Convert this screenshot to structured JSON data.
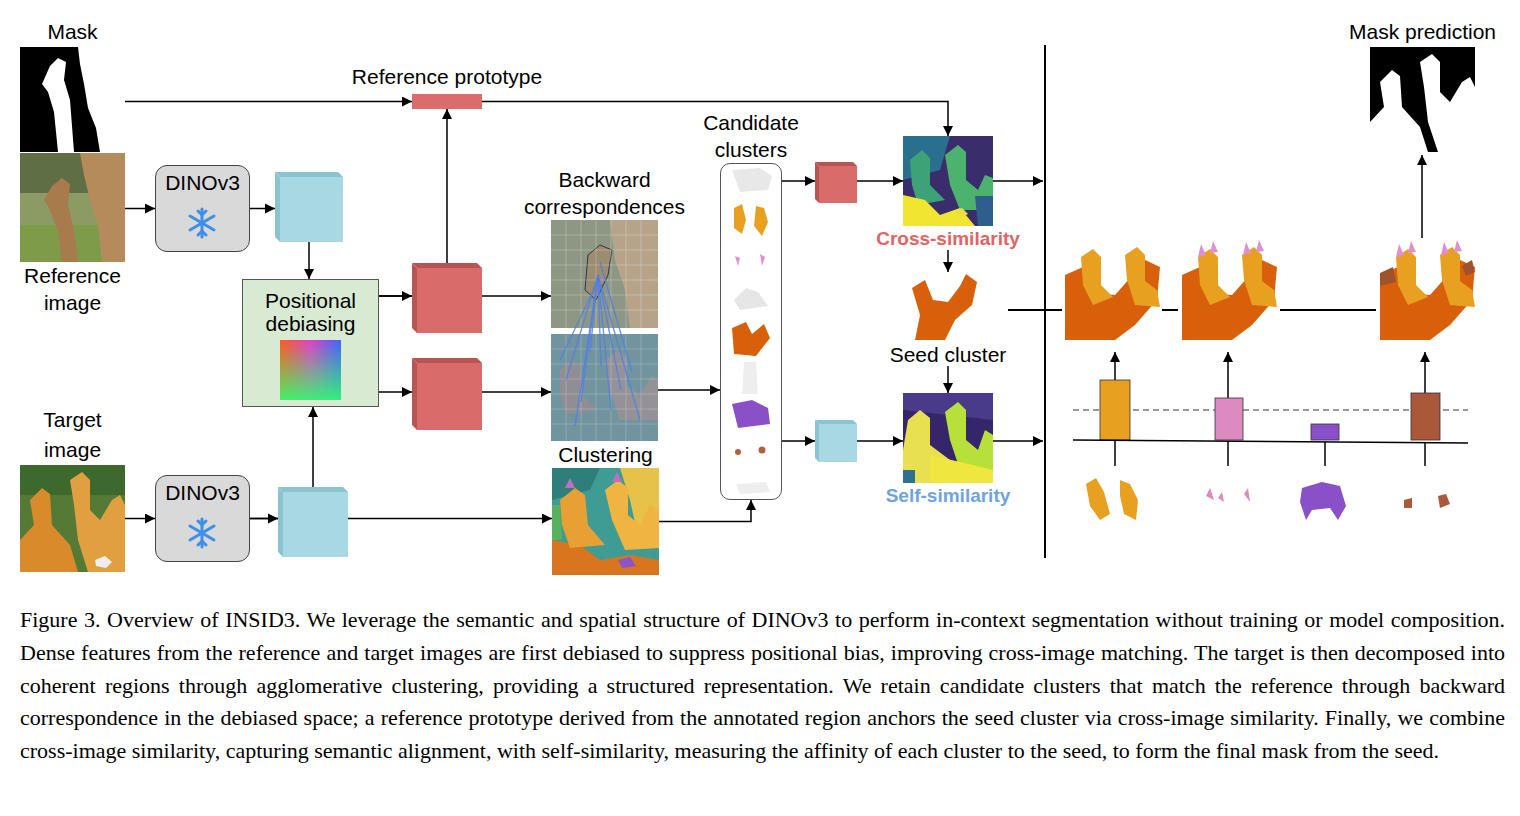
{
  "diagram": {
    "caption": "Figure 3. Overview of INSID3. We leverage the semantic and spatial structure of DINOv3 to perform in-context segmentation without training or model composition. Dense features from the reference and target images are first debiased to suppress positional bias, improving cross-image matching. The target is then decomposed into coherent regions through agglomerative clustering, providing a structured representation. We retain candidate clusters that match the reference through backward correspondence in the debiased space; a reference prototype derived from the annotated region anchors the seed cluster via cross-image similarity. Finally, we combine cross-image similarity, capturing semantic alignment, with self-similarity, measuring the affinity of each cluster to the seed, to form the final mask from the seed.",
    "nodes": [
      {
        "text": [
          "Mask"
        ]
      },
      {
        "text": [
          "Reference image"
        ]
      },
      {
        "text": [
          "DINOv3"
        ]
      },
      {
        "text": [
          "Target image"
        ]
      },
      {
        "text": [
          "DINOv3"
        ]
      },
      {
        "text": [
          "Positional debiasing"
        ]
      },
      {
        "text": [
          "Reference prototype"
        ]
      },
      {
        "text": [
          "Backward correspondences"
        ]
      },
      {
        "text": [
          "Clustering"
        ]
      },
      {
        "text": [
          "Candidate clusters"
        ]
      },
      {
        "text": [
          "Cross-similarity"
        ]
      },
      {
        "text": [
          "Seed cluster"
        ]
      },
      {
        "text": [
          "Self-similarity"
        ]
      },
      {
        "text": [
          "Mask prediction"
        ]
      }
    ],
    "edges": [
      {
        "from": 1,
        "to": 2,
        "arrow": "to"
      },
      {
        "from": 3,
        "to": 4,
        "arrow": "to"
      },
      {
        "from": 2,
        "to": 5,
        "arrow": "to"
      },
      {
        "from": 4,
        "to": 5,
        "arrow": "to"
      },
      {
        "from": 4,
        "to": 8,
        "arrow": "to"
      },
      {
        "from": 0,
        "to": 6,
        "arrow": "to"
      },
      {
        "from": 6,
        "to": 10,
        "arrow": "to"
      },
      {
        "from": 5,
        "to": 6,
        "arrow": "to"
      },
      {
        "from": 5,
        "to": 7,
        "arrow": "to"
      },
      {
        "from": 5,
        "to": 7,
        "arrow": "to"
      },
      {
        "from": 7,
        "to": 9,
        "arrow": "to"
      },
      {
        "from": 8,
        "to": 9,
        "arrow": "to"
      },
      {
        "from": 9,
        "to": 10,
        "arrow": "to"
      },
      {
        "from": 9,
        "to": 12,
        "arrow": "to"
      },
      {
        "from": 10,
        "to": 11,
        "arrow": "to"
      },
      {
        "from": 11,
        "to": 12,
        "arrow": "to"
      }
    ]
  }
}
